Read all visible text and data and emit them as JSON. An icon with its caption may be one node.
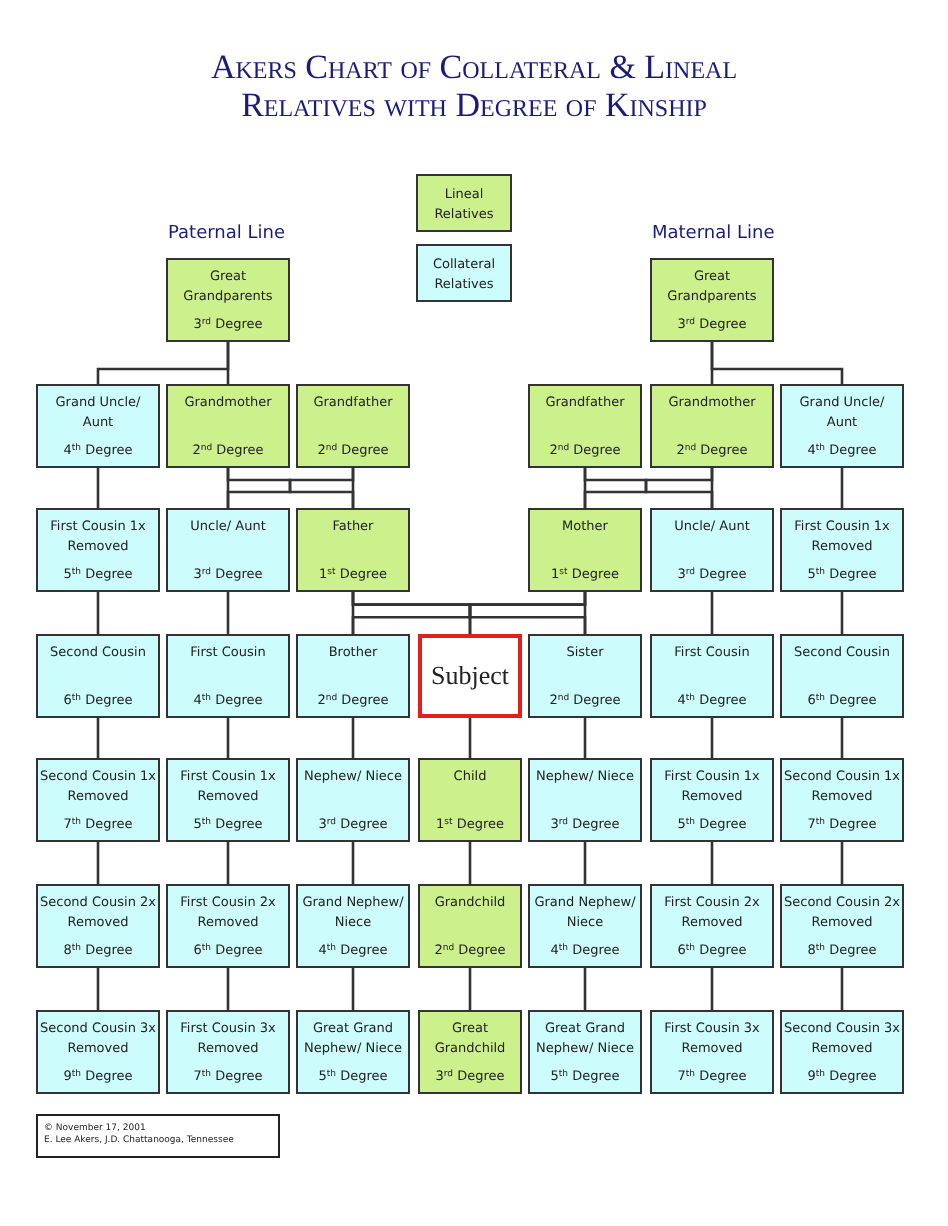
{
  "diagram": {
    "title": "Akers Chart of Collateral & Lineal Relatives with Degree of Kinship",
    "nodes": [
      {
        "text": [
          "Great Grandparents",
          "3$^{rd}$ Degree"
        ]
      },
      {
        "text": [
          "Great Grandparents",
          "3$^{rd}$ Degree"
        ]
      },
      {
        "text": [
          "Grand Uncle/ Aunt",
          "4$^{th}$ Degree"
        ]
      },
      {
        "text": [
          "Grandmother",
          "2$^{nd}$ Degree"
        ]
      },
      {
        "text": [
          "Grandfather",
          "2$^{nd}$ Degree"
        ]
      },
      {
        "text": [
          "Grandfather",
          "2$^{nd}$ Degree"
        ]
      },
      {
        "text": [
          "Grandmother",
          "2$^{nd}$ Degree"
        ]
      },
      {
        "text": [
          "Grand Uncle/ Aunt",
          "4$^{th}$ Degree"
        ]
      },
      {
        "text": [
          "First Cousin 1x Removed",
          "5$^{th}$ Degree"
        ]
      },
      {
        "text": [
          "Uncle/ Aunt",
          "3$^{rd}$ Degree"
        ]
      },
      {
        "text": [
          "Father",
          "1$^{st}$ Degree"
        ]
      },
      {
        "text": [
          "Mother",
          "1$^{st}$ Degree"
        ]
      },
      {
        "text": [
          "Uncle/ Aunt",
          "3$^{rd}$ Degree"
        ]
      },
      {
        "text": [
          "First Cousin 1x Removed",
          "5$^{th}$ Degree"
        ]
      },
      {
        "text": [
          "Second Cousin",
          "6$^{th}$ Degree"
        ]
      },
      {
        "text": [
          "First Cousin",
          "4$^{th}$ Degree"
        ]
      },
      {
        "text": [
          "Brother",
          "2$^{nd}$ Degree"
        ]
      },
      {
        "text": [
          "Subject"
        ]
      },
      {
        "text": [
          "Sister",
          "2$^{nd}$ Degree"
        ]
      },
      {
        "text": [
          "First Cousin",
          "4$^{th}$ Degree"
        ]
      },
      {
        "text": [
          "Second Cousin",
          "6$^{th}$ Degree"
        ]
      },
      {
        "text": [
          "Second Cousin 1x Removed",
          "7$^{th}$ Degree"
        ]
      },
      {
        "text": [
          "First Cousin 1x Removed",
          "5$^{th}$ Degree"
        ]
      },
      {
        "text": [
          "Nephew/ Niece",
          "3$^{rd}$ Degree"
        ]
      },
      {
        "text": [
          "Child",
          "1$^{st}$ Degree"
        ]
      },
      {
        "text": [
          "Nephew/ Niece",
          "3$^{rd}$ Degree"
        ]
      },
      {
        "text": [
          "First Cousin 1x Removed",
          "5$^{th}$ Degree"
        ]
      },
      {
        "text": [
          "Second Cousin 1x Removed",
          "7$^{th}$ Degree"
        ]
      },
      {
        "text": [
          "Second Cousin 2x Removed",
          "8$^{th}$ Degree"
        ]
      },
      {
        "text": [
          "First Cousin 2x Removed",
          "6$^{th}$ Degree"
        ]
      },
      {
        "text": [
          "Grand Nephew/ Niece",
          "4$^{th}$ Degree"
        ]
      },
      {
        "text": [
          "Grandchild",
          "2$^{nd}$ Degree"
        ]
      },
      {
        "text": [
          "Grand Nephew/ Niece",
          "4$^{th}$ Degree"
        ]
      },
      {
        "text": [
          "First Cousin 2x Removed",
          "6$^{th}$ Degree"
        ]
      },
      {
        "text": [
          "Second Cousin 2x Removed",
          "8$^{th}$ Degree"
        ]
      },
      {
        "text": [
          "Second Cousin 3x Removed",
          "9$^{th}$ Degree"
        ]
      },
      {
        "text": [
          "First Cousin 3x Removed",
          "7$^{th}$ Degree"
        ]
      },
      {
        "text": [
          "Great Grand Nephew/ Niece",
          "5$^{th}$ Degree"
        ]
      },
      {
        "text": [
          "Great Grandchild",
          "3$^{rd}$ Degree"
        ]
      },
      {
        "text": [
          "Great Grand Nephew/ Niece",
          "5$^{th}$ Degree"
        ]
      },
      {
        "text": [
          "First Cousin 3x Removed",
          "7$^{th}$ Degree"
        ]
      },
      {
        "text": [
          "Second Cousin 3x Removed",
          "9$^{th}$ Degree"
        ]
      },
      {
        "text": [
          "© November 17, 2001",
          "E. Lee Akers, J.D. Chattanooga, Tennessee"
        ]
      }
    ],
    "edges": [
      {
        "from": 0,
        "to": 2,
        "arrow": "none"
      },
      {
        "from": 0,
        "to": 3,
        "arrow": "none"
      },
      {
        "from": 1,
        "to": 6,
        "arrow": "none"
      },
      {
        "from": 1,
        "to": 7,
        "arrow": "none"
      },
      {
        "from": 3,
        "to": 9,
        "arrow": "none"
      },
      {
        "from": 3,
        "to": 10,
        "arrow": "none"
      },
      {
        "from": 4,
        "to": 9,
        "arrow": "none"
      },
      {
        "from": 4,
        "to": 10,
        "arrow": "none"
      },
      {
        "from": 5,
        "to": 11,
        "arrow": "none"
      },
      {
        "from": 5,
        "to": 12,
        "arrow": "none"
      },
      {
        "from": 6,
        "to": 11,
        "arrow": "none"
      },
      {
        "from": 6,
        "to": 12,
        "arrow": "none"
      },
      {
        "from": 2,
        "to": 8,
        "arrow": "none"
      },
      {
        "from": 7,
        "to": 13,
        "arrow": "none"
      },
      {
        "from": 10,
        "to": 16,
        "arrow": "none"
      },
      {
        "from": 10,
        "to": 17,
        "arrow": "none"
      },
      {
        "from": 10,
        "to": 18,
        "arrow": "none"
      },
      {
        "from": 11,
        "to": 16,
        "arrow": "none"
      },
      {
        "from": 11,
        "to": 17,
        "arrow": "none"
      },
      {
        "from": 11,
        "to": 18,
        "arrow": "none"
      },
      {
        "from": 8,
        "to": 14,
        "arrow": "none"
      },
      {
        "from": 9,
        "to": 15,
        "arrow": "none"
      },
      {
        "from": 12,
        "to": 19,
        "arrow": "none"
      },
      {
        "from": 13,
        "to": 20,
        "arrow": "none"
      },
      {
        "from": 14,
        "to": 21,
        "arrow": "none"
      },
      {
        "from": 15,
        "to": 22,
        "arrow": "none"
      },
      {
        "from": 16,
        "to": 23,
        "arrow": "none"
      },
      {
        "from": 17,
        "to": 24,
        "arrow": "none"
      },
      {
        "from": 18,
        "to": 25,
        "arrow": "none"
      },
      {
        "from": 19,
        "to": 26,
        "arrow": "none"
      },
      {
        "from": 20,
        "to": 27,
        "arrow": "none"
      },
      {
        "from": 21,
        "to": 28,
        "arrow": "none"
      },
      {
        "from": 22,
        "to": 29,
        "arrow": "none"
      },
      {
        "from": 23,
        "to": 30,
        "arrow": "none"
      },
      {
        "from": 24,
        "to": 31,
        "arrow": "none"
      },
      {
        "from": 25,
        "to": 32,
        "arrow": "none"
      },
      {
        "from": 26,
        "to": 33,
        "arrow": "none"
      },
      {
        "from": 27,
        "to": 34,
        "arrow": "none"
      },
      {
        "from": 28,
        "to": 35,
        "arrow": "none"
      },
      {
        "from": 29,
        "to": 36,
        "arrow": "none"
      },
      {
        "from": 30,
        "to": 37,
        "arrow": "none"
      },
      {
        "from": 31,
        "to": 38,
        "arrow": "none"
      },
      {
        "from": 32,
        "to": 39,
        "arrow": "none"
      },
      {
        "from": 33,
        "to": 40,
        "arrow": "none"
      },
      {
        "from": 34,
        "to": 41,
        "arrow": "none"
      }
    ],
    "labels": [
      "Paternal Line",
      "Maternal Line"
    ],
    "legend": [
      {
        "text": "Lineal Relatives",
        "color": "#ccf08c"
      },
      {
        "text": "Collateral Relatives",
        "color": "#ccfcfc"
      }
    ]
  }
}
